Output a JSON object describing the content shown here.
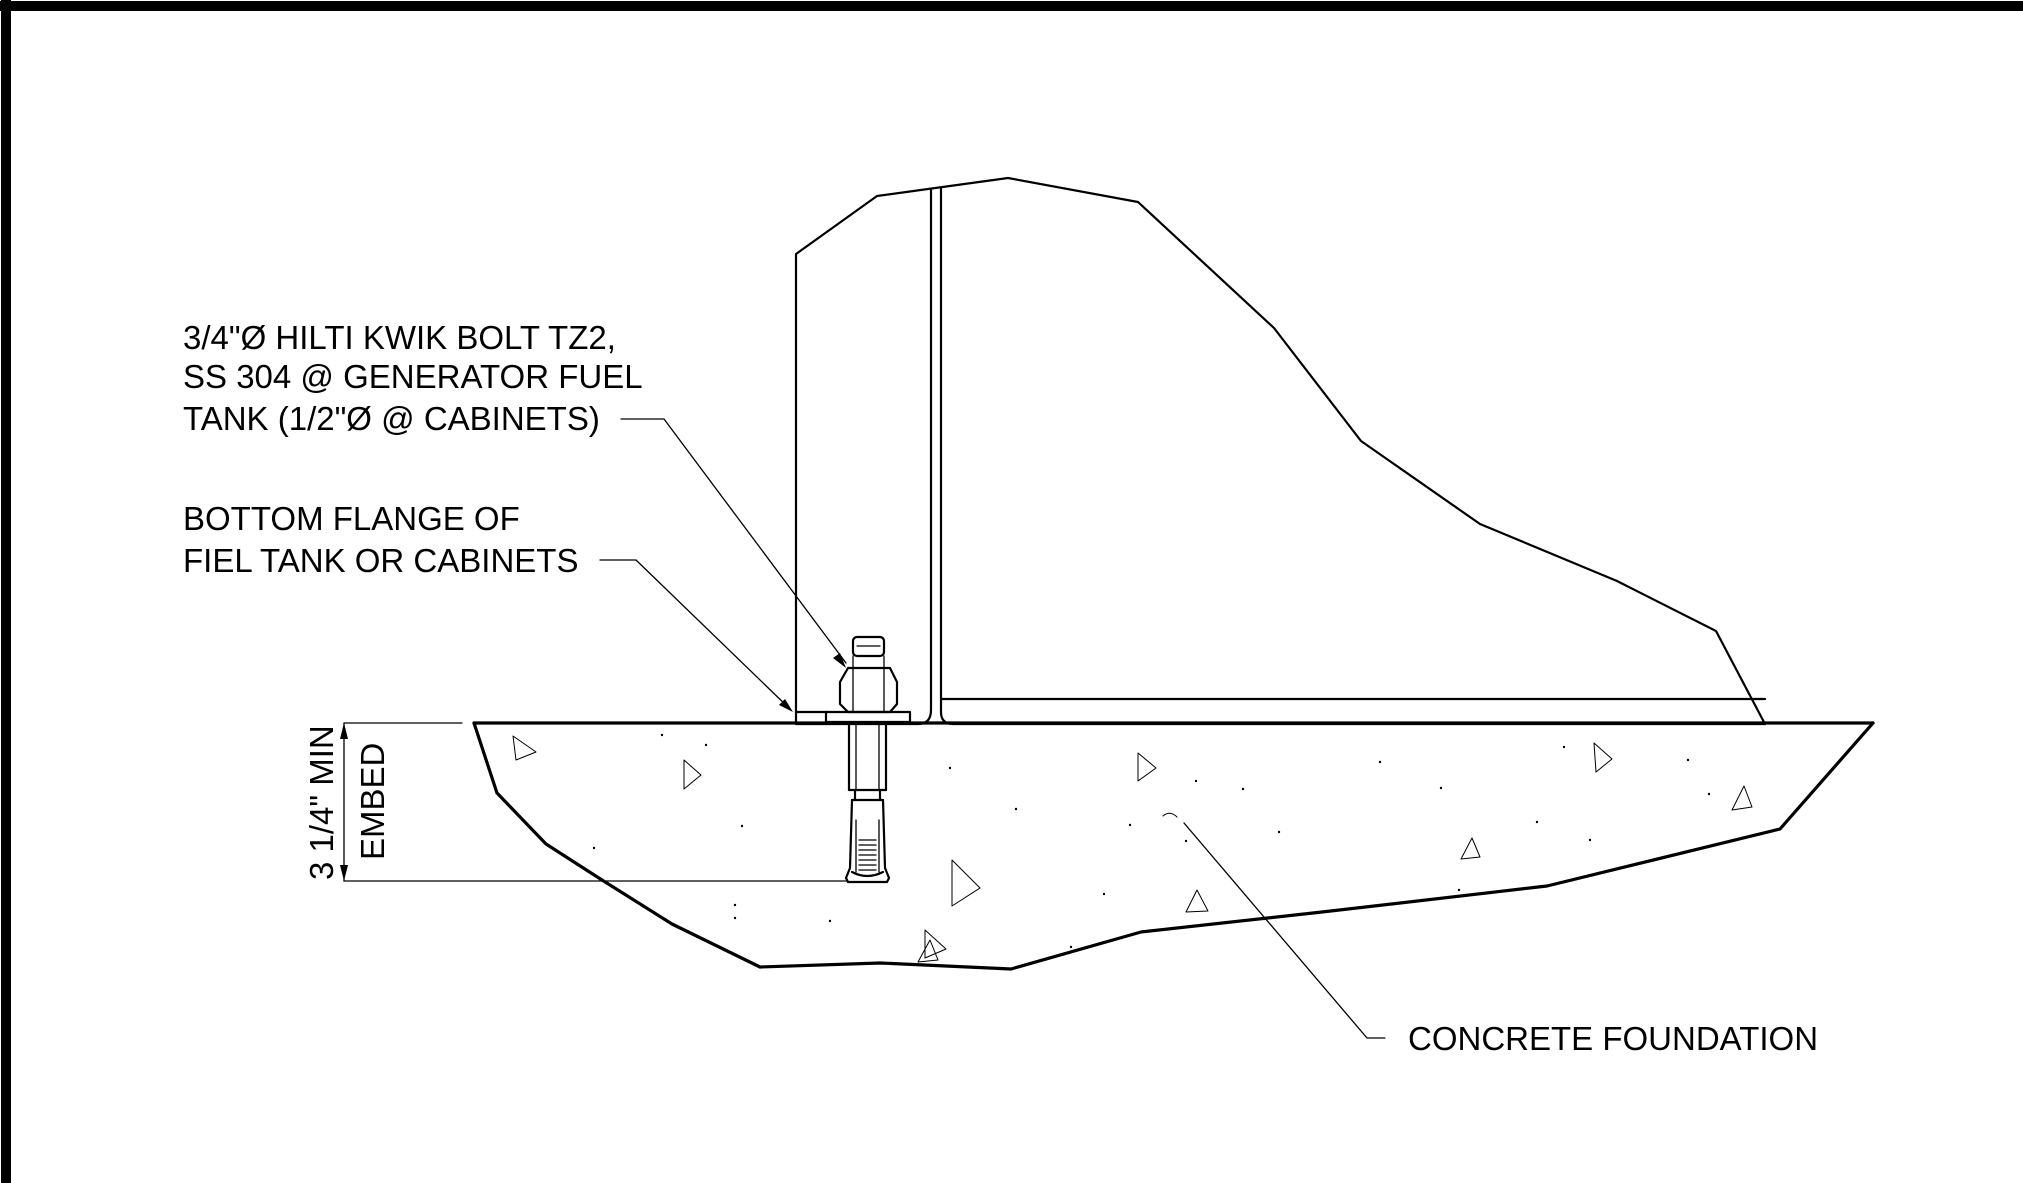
{
  "callouts": {
    "anchor_bolt": [
      "3/4\"Ø HILTI KWIK BOLT TZ2,",
      "SS 304 @ GENERATOR FUEL",
      "TANK (1/2\"Ø @ CABINETS)"
    ],
    "bottom_flange": [
      "BOTTOM FLANGE OF",
      "FIEL TANK OR CABINETS"
    ],
    "concrete": "CONCRETE FOUNDATION"
  },
  "dimension": {
    "value": "3 1/4\" MIN",
    "label": "EMBED"
  },
  "colors": {
    "line": "#000000",
    "background": "#ffffff"
  }
}
